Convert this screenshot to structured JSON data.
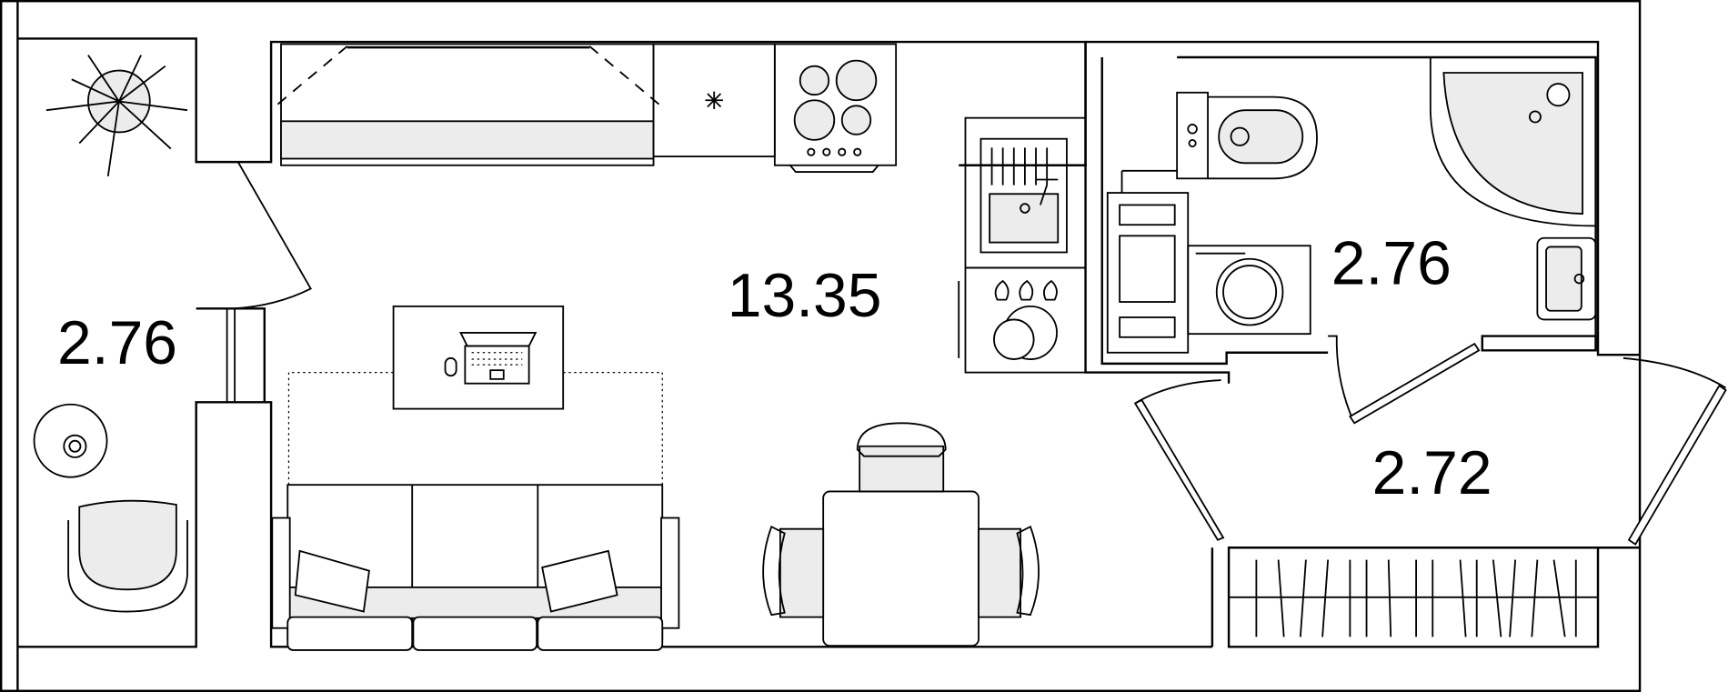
{
  "plan": {
    "rooms": [
      {
        "id": "living-room",
        "area": "13.35"
      },
      {
        "id": "loggia",
        "area": "2.76"
      },
      {
        "id": "bathroom",
        "area": "2.76"
      },
      {
        "id": "hallway",
        "area": "2.72"
      }
    ],
    "colors": {
      "line": "#000000",
      "fill": "#ececec",
      "background": "#ffffff"
    }
  }
}
